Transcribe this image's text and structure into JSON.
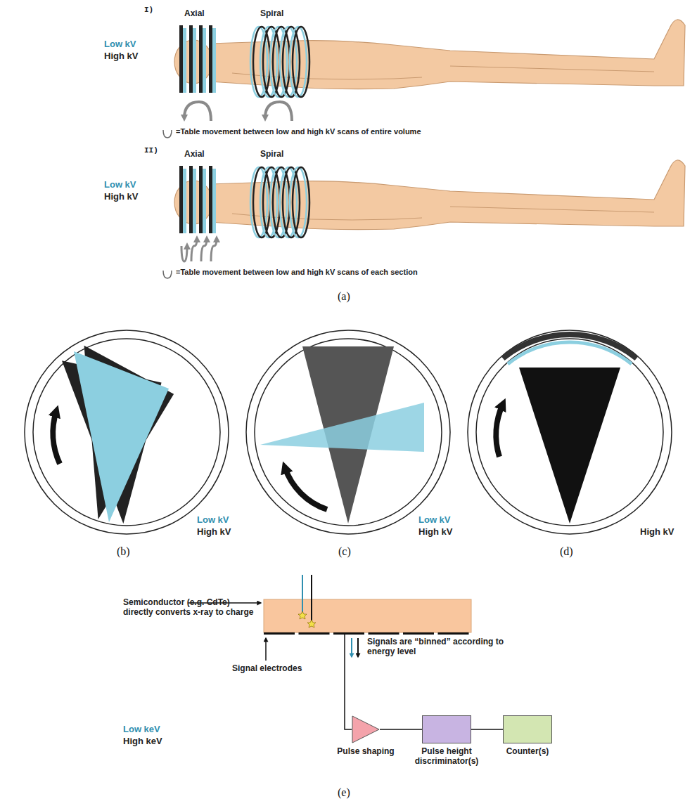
{
  "diagram": {
    "nodes": [
      {
        "text": [
          "Pulse shaping"
        ]
      },
      {
        "text": [
          "Pulse height discriminator(s)"
        ]
      },
      {
        "text": [
          "Counter(s)"
        ]
      }
    ],
    "edges": [
      {
        "from": 0,
        "to": 1,
        "arrow": "none"
      },
      {
        "from": 1,
        "to": 2,
        "arrow": "none"
      }
    ],
    "labels": [
      "I)",
      "Axial",
      "Spiral",
      "Low kV",
      "High kV",
      "=Table movement between low and high kV scans of entire volume",
      "II)",
      "Axial",
      "Spiral",
      "Low kV",
      "High kV",
      "=Table movement between low and high kV scans of each section",
      "(a)",
      "Low kV",
      "High kV",
      "(b)",
      "Low kV",
      "High kV",
      "(c)",
      "High kV",
      "(d)",
      "Semiconductor (e.g. CdTe) directly converts x-ray to charge",
      "Signal electrodes",
      "Signals are “binned” according to energy level",
      "Low keV",
      "High keV",
      "(e)"
    ]
  }
}
